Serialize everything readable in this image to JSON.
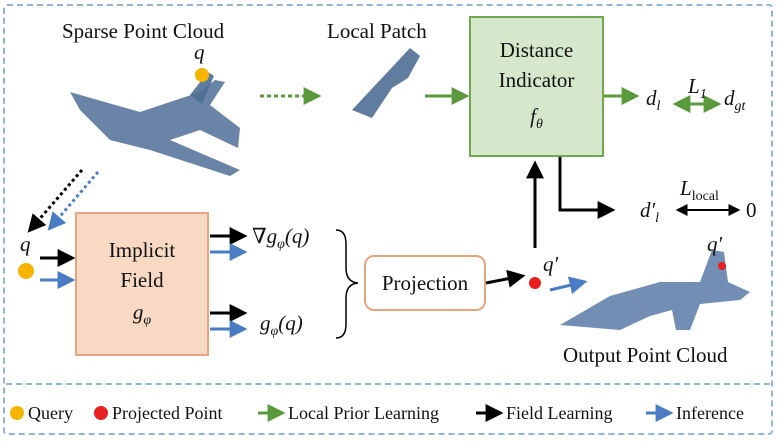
{
  "labels": {
    "sparse_point_cloud": "Sparse Point Cloud",
    "local_patch": "Local Patch",
    "output_point_cloud": "Output Point Cloud",
    "query_q_top": "q",
    "query_q_left": "q",
    "q_prime_mid": "q′",
    "q_prime_out": "q′"
  },
  "distance_indicator": {
    "line1": "Distance",
    "line2": "Indicator",
    "symbol": "fθ"
  },
  "implicit_field": {
    "line1": "Implicit",
    "line2": "Field",
    "symbol": "gφ"
  },
  "projection": {
    "label": "Projection"
  },
  "gradient_label": "∇gφ(q)",
  "value_label": "gφ(q)",
  "loss_top": {
    "d_l": "dl",
    "L1": "L1",
    "d_gt": "dgt"
  },
  "loss_bottom": {
    "d_prime_l": "d′l",
    "L_local": "Llocal",
    "zero": "0"
  },
  "legend": {
    "query": "Query",
    "projected_point": "Projected Point",
    "local_prior_learning": "Local Prior Learning",
    "field_learning": "Field Learning",
    "inference": "Inference"
  },
  "colors": {
    "query": "#f5b400",
    "projected": "#e82020",
    "green_arrow": "#5a9a3c",
    "black_arrow": "#000000",
    "blue_arrow": "#4a7cc4",
    "frame": "#8fb4d8",
    "point_cloud": "#4f6f96"
  }
}
